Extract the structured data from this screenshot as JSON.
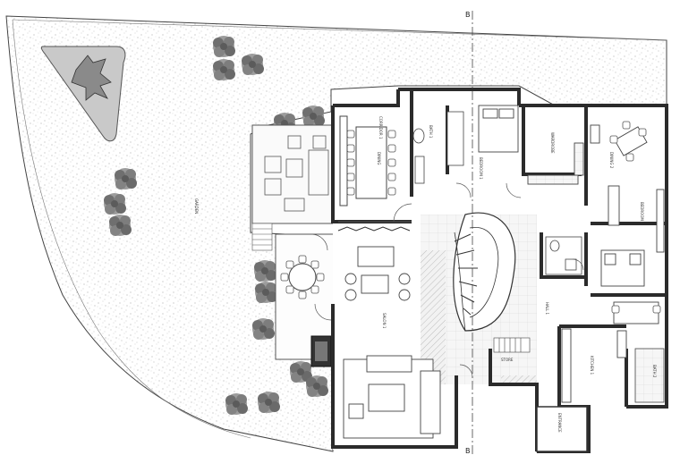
{
  "section_marks": {
    "top": "B",
    "bottom": "B"
  },
  "rooms": {
    "garden": "GARDEN",
    "corridor": "CORRIDOR 1",
    "dining": "DINING",
    "salon": "SALON 1",
    "bath1": "BATH 1",
    "bedroom1": "BEDROOM 1",
    "wardrobe": "WARDROBE",
    "bedroom2": "BEDROOM 2",
    "dining2": "DINING 2",
    "hall": "HALL 1",
    "kitchen": "KITCHEN 1",
    "bath2": "BATH 2",
    "store": "STORE",
    "entry": "ENTRANCE"
  },
  "colors": {
    "wall": "#2b2b2b",
    "hatch": "#bdbdbd",
    "tree": "#777777",
    "furniture": "#555555"
  }
}
